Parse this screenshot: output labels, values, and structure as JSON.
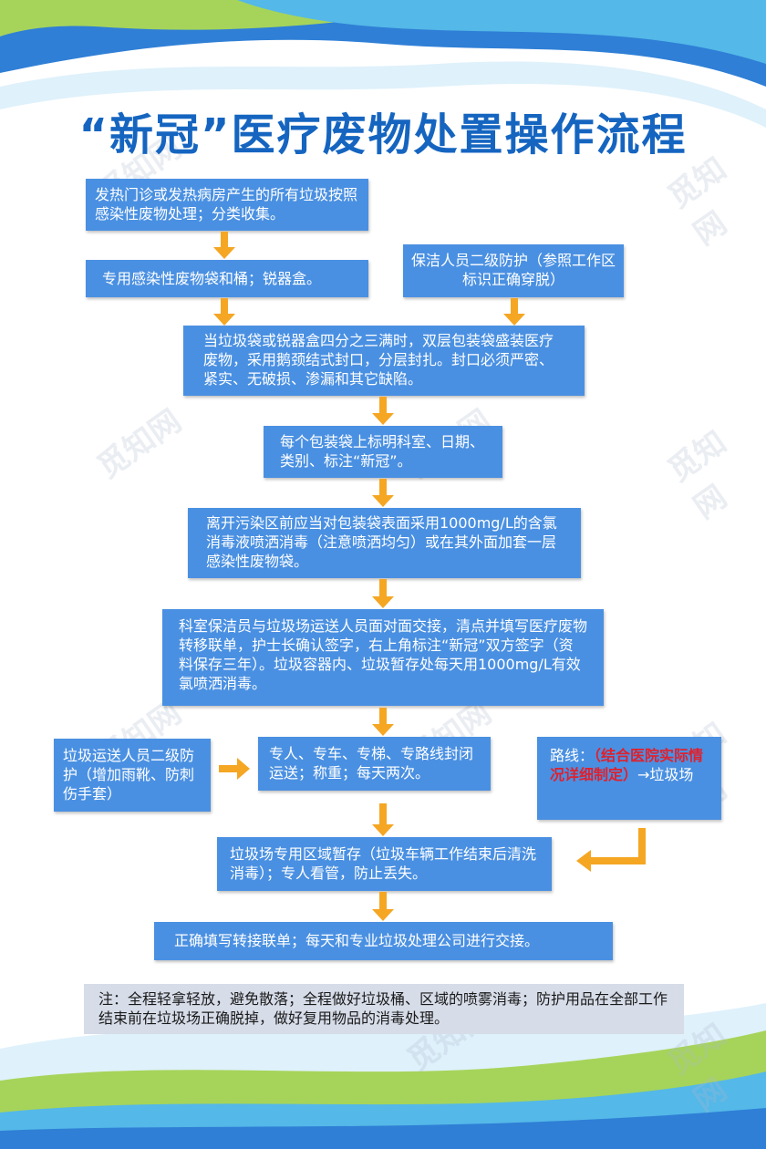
{
  "title": "“新冠”医疗废物处置操作流程",
  "steps": {
    "s1": "发热门诊或发热病房产生的所有垃圾按照感染性废物处理；分类收集。",
    "s2": "专用感染性废物袋和桶；锐器盒。",
    "s_right": "保洁人员二级防护（参照工作区标识正确穿脱）",
    "s3": "当垃圾袋或锐器盒四分之三满时，双层包装袋盛装医疗废物，采用鹅颈结式封口，分层封扎。封口必须严密、紧实、无破损、渗漏和其它缺陷。",
    "s4": "每个包装袋上标明科室、日期、类别、标注“新冠”。",
    "s5": "离开污染区前应当对包装袋表面采用1000mg/L的含氯消毒液喷洒消毒（注意喷洒均匀）或在其外面加套一层感染性废物袋。",
    "s6": "科室保洁员与垃圾场运送人员面对面交接，清点并填写医疗废物转移联单，护士长确认签字，右上角标注“新冠”双方签字（资料保存三年）。垃圾容器内、垃圾暂存处每天用1000mg/L有效氯喷洒消毒。",
    "s_left": "垃圾运送人员二级防护（增加雨靴、防刺伤手套）",
    "s7": "专人、专车、专梯、专路线封闭运送；称重；每天两次。",
    "route_prefix": "路线：",
    "route_red": "（结合医院实际情况详细制定）",
    "route_suffix": "→垃圾场",
    "s8": "垃圾场专用区域暂存（垃圾车辆工作结束后清洗消毒）；专人看管，防止丢失。",
    "s9": "正确填写转接联单；每天和专业垃圾处理公司进行交接。"
  },
  "note": "注：全程轻拿轻放，避免散落；全程做好垃圾桶、区域的喷雾消毒；防护用品在全部工作结束前在垃圾场正确脱掉，做好复用物品的消毒处理。",
  "colors": {
    "box": "#4a90e2",
    "arrow": "#f5a623",
    "title": "#1565c0",
    "highlight": "#e0202c",
    "note_bg": "#d6dce8"
  }
}
